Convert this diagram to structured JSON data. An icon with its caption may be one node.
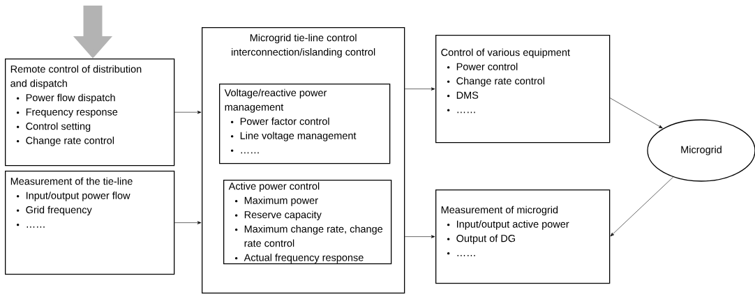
{
  "diagram": {
    "nodes": [
      {
        "text": [
          "Remote control of distribution and dispatch",
          "Power flow dispatch",
          "Frequency response",
          "Control setting",
          "Change rate control"
        ]
      },
      {
        "text": [
          "Measurement of the tie-line",
          "Input/output power flow",
          "Grid frequency",
          "……"
        ]
      },
      {
        "text": [
          "Microgrid tie-line control interconnection/islanding control"
        ]
      },
      {
        "text": [
          "Voltage/reactive power management",
          "Power factor control",
          "Line voltage management",
          "……"
        ],
        "in": 2
      },
      {
        "text": [
          "Active power control",
          "Maximum power",
          "Reserve capacity",
          "Maximum change rate, change rate control",
          "Actual frequency response"
        ],
        "in": 2
      },
      {
        "text": [
          "Control of various equipment",
          "Power control",
          "Change rate control",
          "DMS",
          "……"
        ]
      },
      {
        "text": [
          "Measurement of microgrid",
          "Input/output active power",
          "Output of DG",
          "……"
        ]
      },
      {
        "text": [
          "Microgrid"
        ]
      }
    ],
    "edges": [
      {
        "from": null,
        "to": 0,
        "arrow": "to",
        "style": "thick",
        "color": "#b3b3b3"
      },
      {
        "from": 0,
        "to": 2,
        "arrow": "to"
      },
      {
        "from": 1,
        "to": 2,
        "arrow": "to"
      },
      {
        "from": 2,
        "to": 5,
        "arrow": "to"
      },
      {
        "from": 2,
        "to": 6,
        "arrow": "to"
      },
      {
        "from": 5,
        "to": 7,
        "arrow": "to"
      },
      {
        "from": 7,
        "to": 6,
        "arrow": "to"
      }
    ]
  }
}
